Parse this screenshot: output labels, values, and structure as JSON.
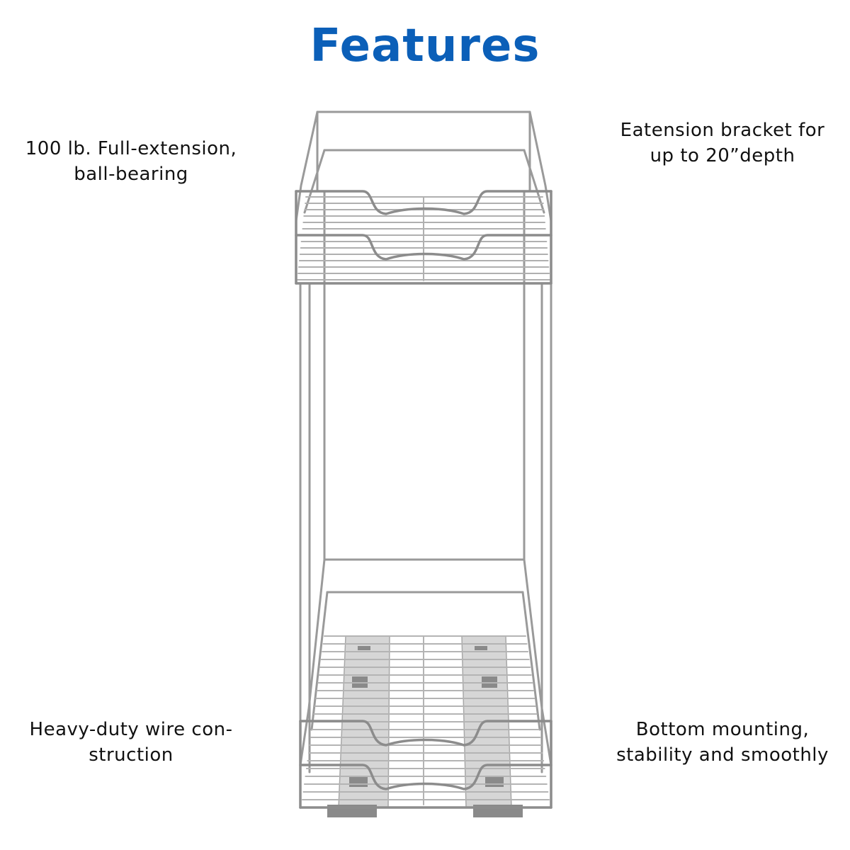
{
  "title": "Features",
  "colors": {
    "title": "#0B5FB8",
    "text": "#111111",
    "chrome": "#9a9a9a",
    "chrome_dark": "#6e6e6e",
    "runner": "#c9c9c9"
  },
  "callouts": {
    "top_left": {
      "line1": "100 lb. Full-extension,",
      "line2": "ball-bearing"
    },
    "top_right": {
      "line1": "Eatension bracket for",
      "line2": "up to 20”depth"
    },
    "bottom_left": {
      "line1": "Heavy-duty wire con-",
      "line2": "struction"
    },
    "bottom_right": {
      "line1": "Bottom mounting,",
      "line2": "stability and smoothly"
    }
  },
  "product": {
    "image_name": "two-tier-pull-out-wire-organizer"
  }
}
